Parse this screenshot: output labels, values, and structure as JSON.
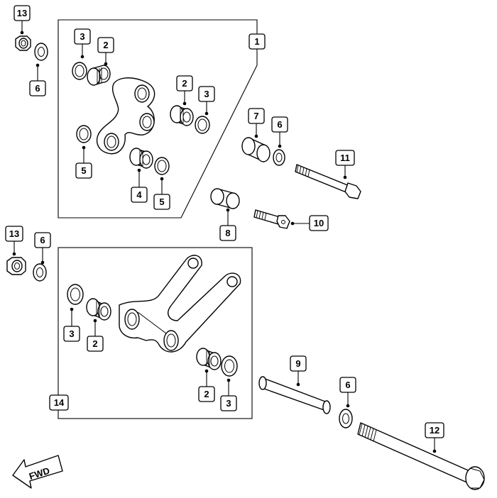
{
  "diagram": {
    "direction_label": "FWD",
    "callouts": [
      {
        "id": "c13a",
        "label": "13"
      },
      {
        "id": "c6a",
        "label": "6"
      },
      {
        "id": "c1",
        "label": "1"
      },
      {
        "id": "c3a",
        "label": "3"
      },
      {
        "id": "c2a",
        "label": "2"
      },
      {
        "id": "c2b",
        "label": "2"
      },
      {
        "id": "c3b",
        "label": "3"
      },
      {
        "id": "c5a",
        "label": "5"
      },
      {
        "id": "c4",
        "label": "4"
      },
      {
        "id": "c5b",
        "label": "5"
      },
      {
        "id": "c7",
        "label": "7"
      },
      {
        "id": "c6b",
        "label": "6"
      },
      {
        "id": "c11",
        "label": "11"
      },
      {
        "id": "c8",
        "label": "8"
      },
      {
        "id": "c10",
        "label": "10"
      },
      {
        "id": "c13b",
        "label": "13"
      },
      {
        "id": "c6c",
        "label": "6"
      },
      {
        "id": "c3c",
        "label": "3"
      },
      {
        "id": "c2c",
        "label": "2"
      },
      {
        "id": "c14",
        "label": "14"
      },
      {
        "id": "c2d",
        "label": "2"
      },
      {
        "id": "c3d",
        "label": "3"
      },
      {
        "id": "c9",
        "label": "9"
      },
      {
        "id": "c6d",
        "label": "6"
      },
      {
        "id": "c12",
        "label": "12"
      }
    ]
  }
}
